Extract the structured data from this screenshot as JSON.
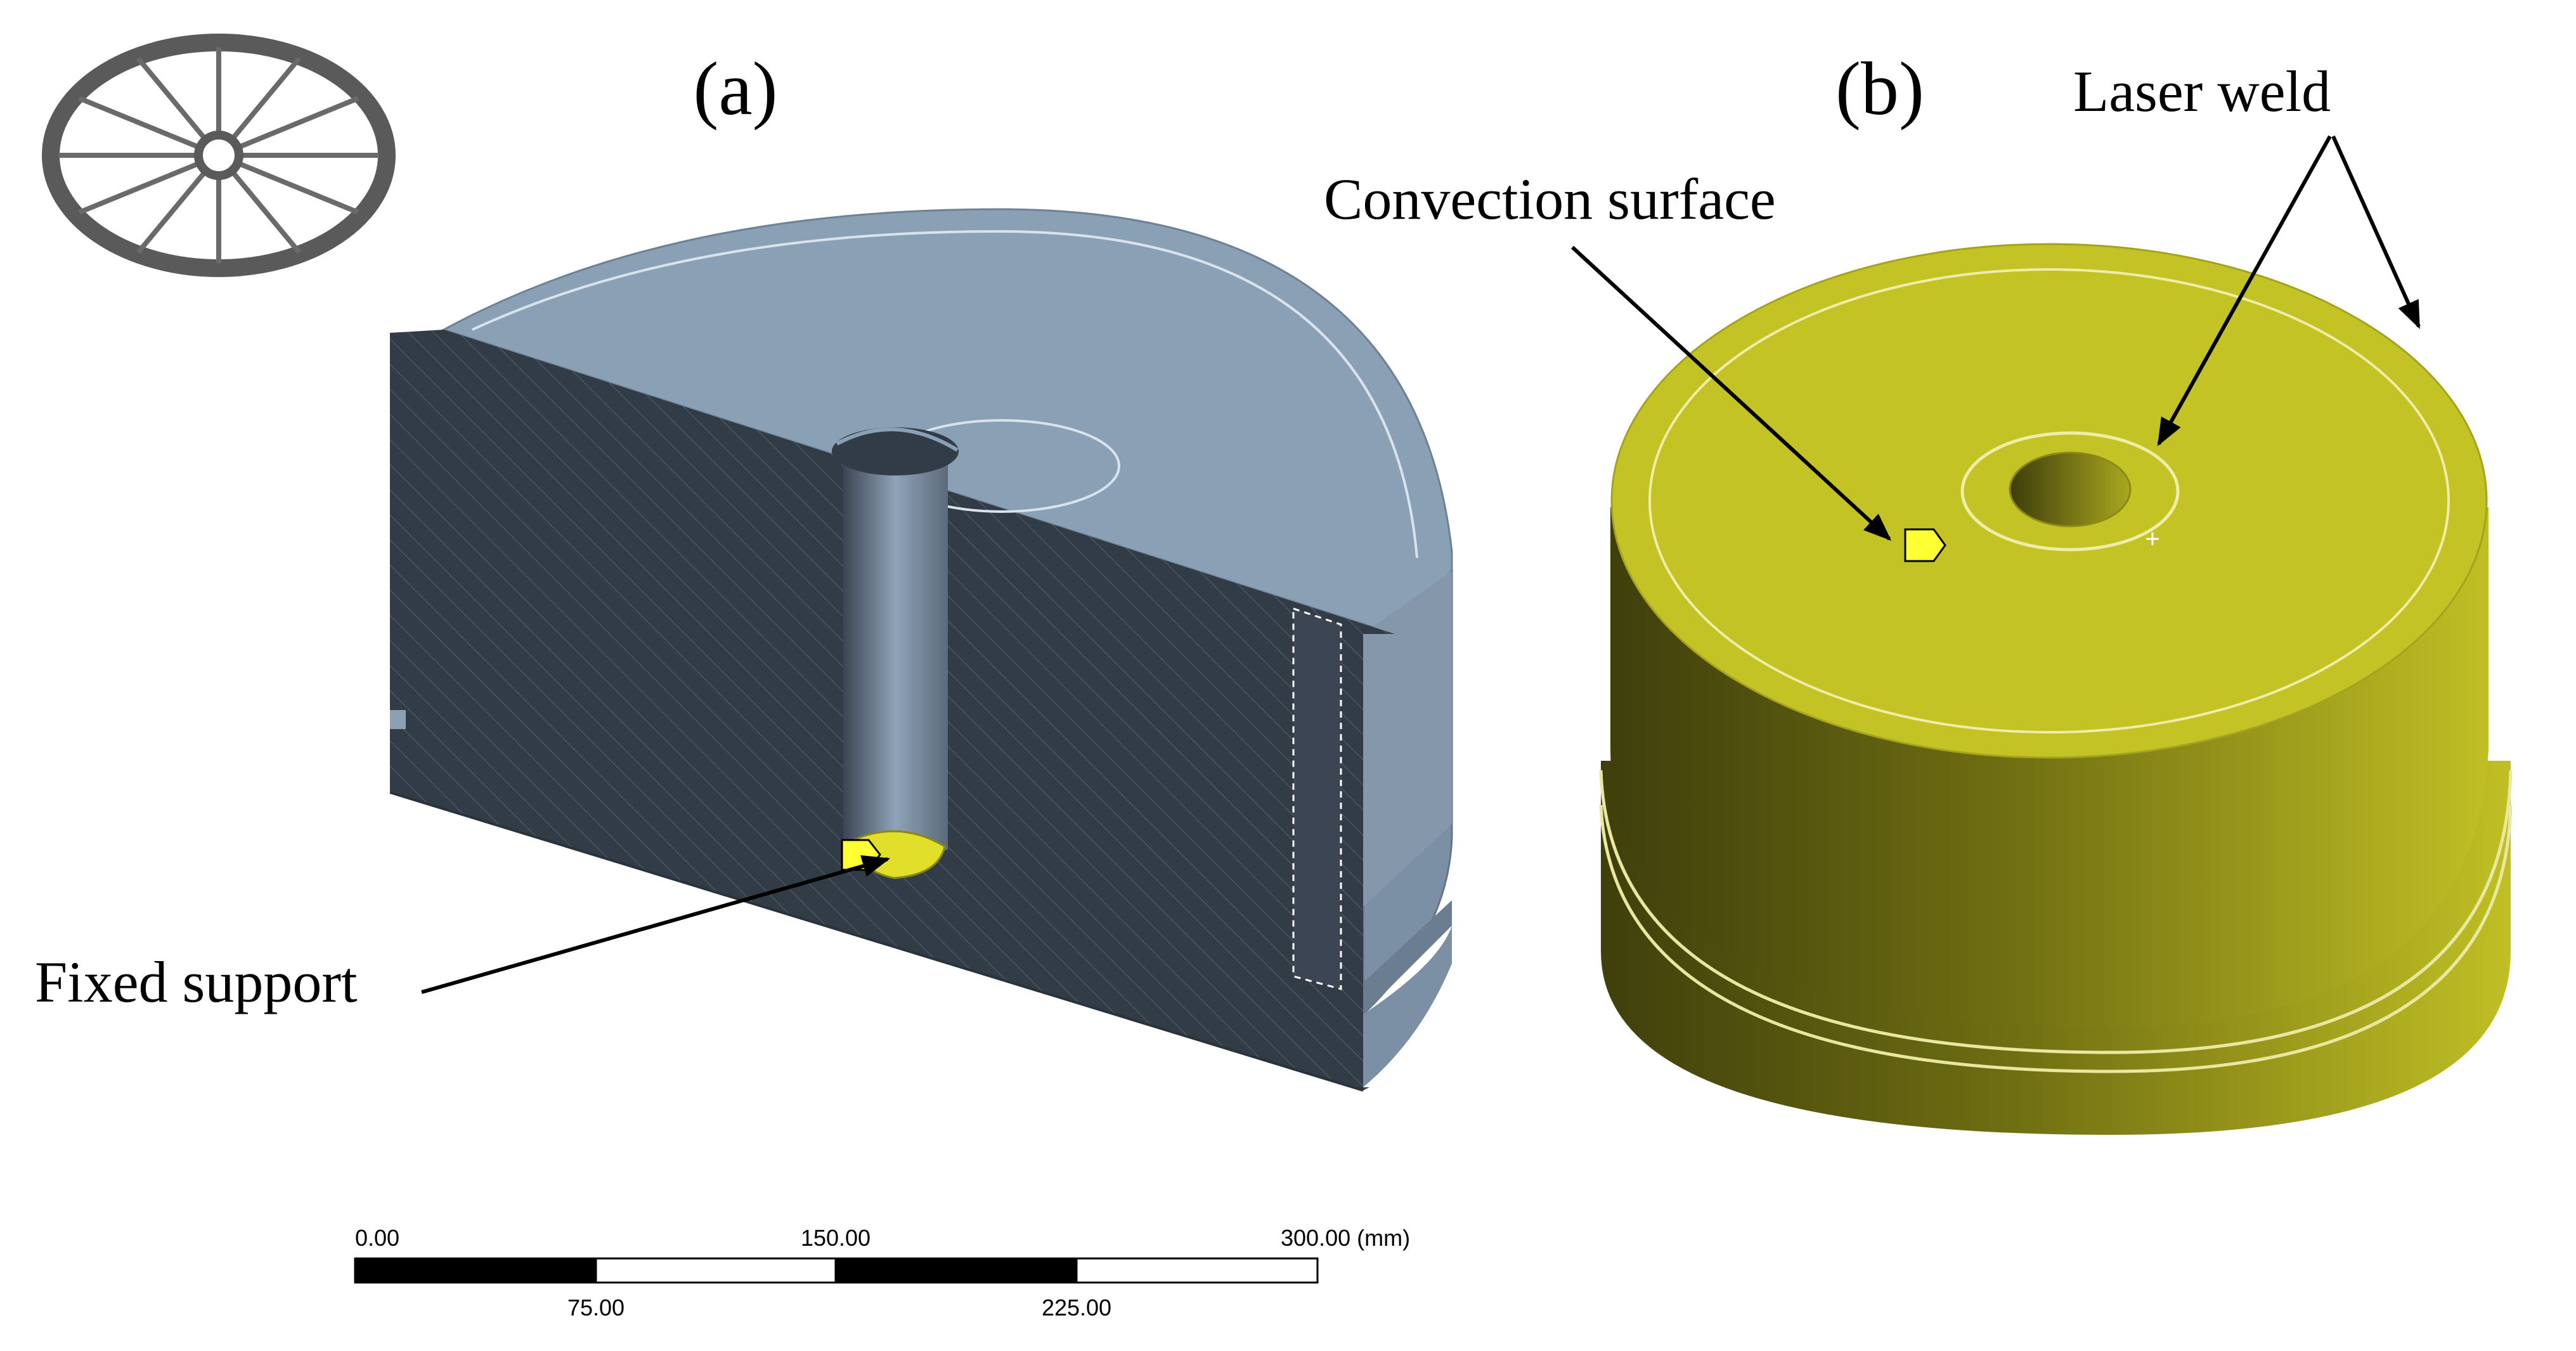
{
  "panels": {
    "a": {
      "label": "(a)"
    },
    "b": {
      "label": "(b)"
    }
  },
  "annotations": {
    "fixed_support": "Fixed support",
    "convection_surface": "Convection surface",
    "laser_weld": "Laser weld"
  },
  "scale_bar": {
    "top_labels": [
      "0.00",
      "150.00",
      "300.00 (mm)"
    ],
    "bottom_labels": [
      "75.00",
      "225.00"
    ]
  },
  "colors": {
    "steel_face": "#8aa0b4",
    "section_hatch": "#313b46",
    "highlight_yellow": "#c2c024",
    "marker_yellow": "#ffff33"
  }
}
